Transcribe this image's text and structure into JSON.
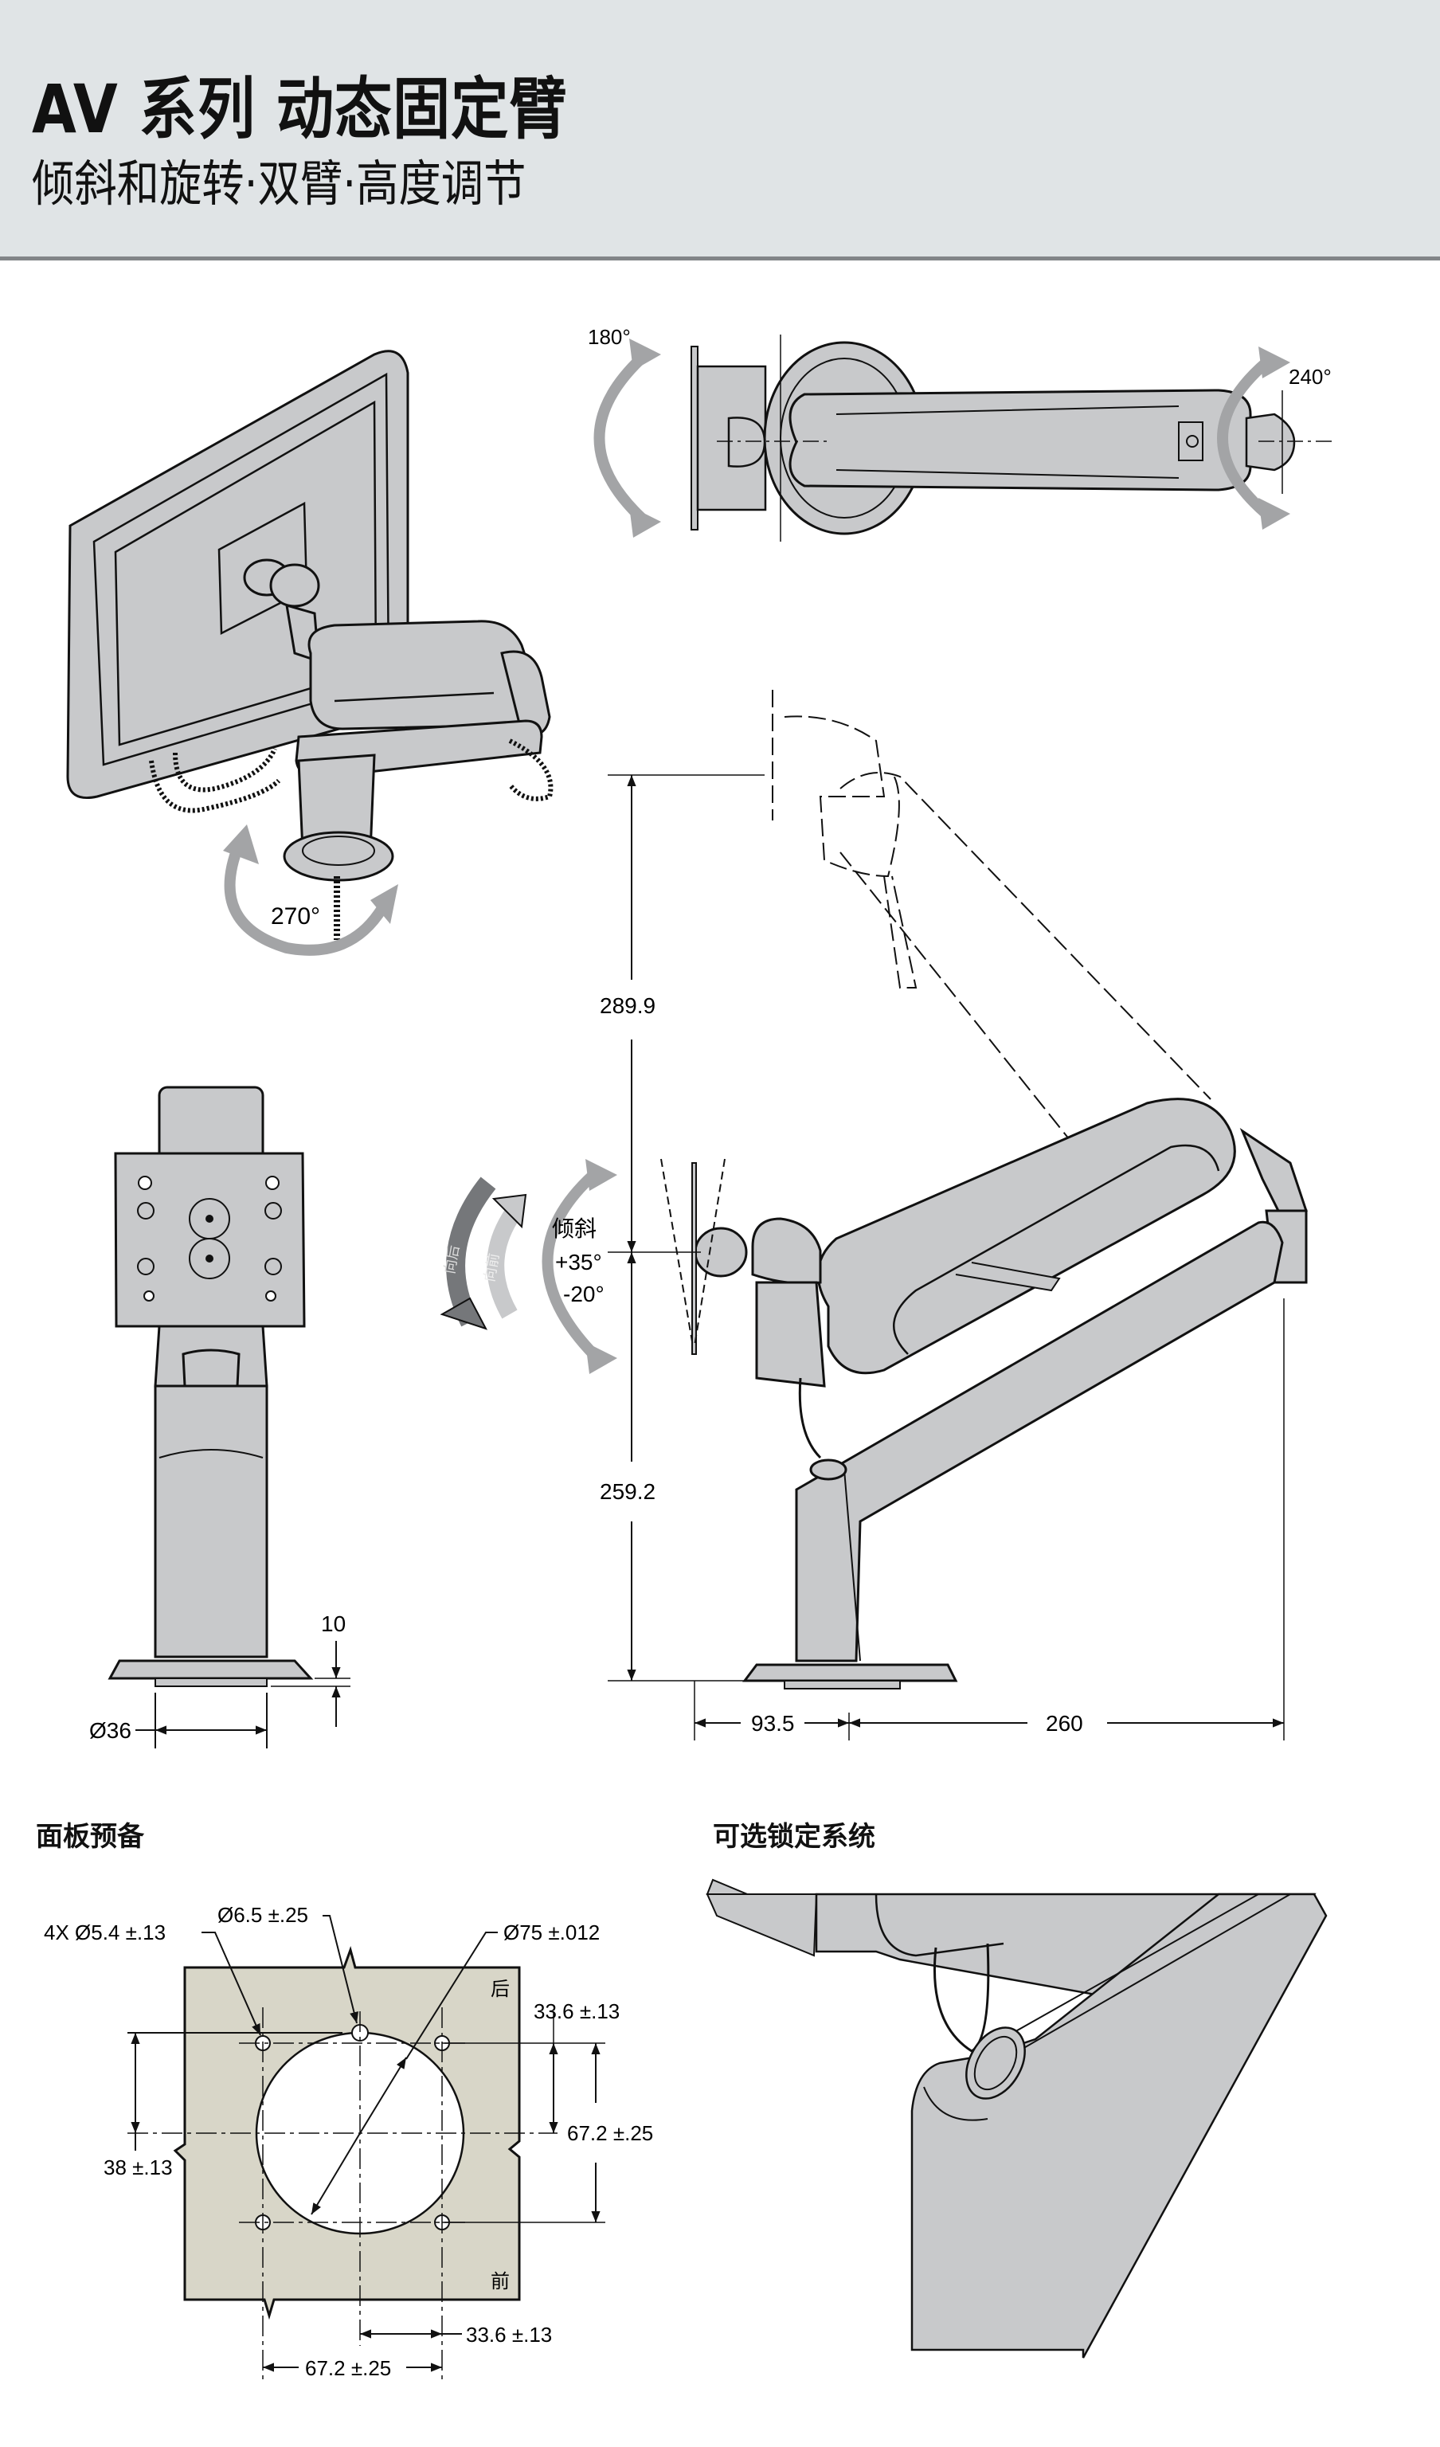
{
  "header": {
    "title": "AV 系列  动态固定臂",
    "subtitle": "倾斜和旋转·双臂·高度调节"
  },
  "colors": {
    "header_bg": "#e0e4e6",
    "header_rule": "#828588",
    "part_fill": "#c8c9cb",
    "arrow_gray": "#a3a4a6",
    "arrow_dark": "#75777a",
    "panel_fill": "#d8d6c8",
    "line": "#111111"
  },
  "top_view": {
    "swivel_monitor": "180°",
    "swivel_arm": "240°"
  },
  "iso_view": {
    "base_rotation": "270°"
  },
  "side_view": {
    "tilt_label": "倾斜",
    "tilt_up": "+35°",
    "tilt_down": "-20°",
    "arrow_back": "向后",
    "arrow_forward": "向前",
    "height_upper": "289.9",
    "height_lower": "259.2",
    "reach_offset": "93.5",
    "reach_arm": "260"
  },
  "front_view": {
    "base_thickness": "10",
    "post_diameter": "Ø36"
  },
  "panel_prep": {
    "title": "面板预备",
    "holes": "4X Ø5.4 ±.13",
    "pin_hole": "Ø6.5 ±.25",
    "cutout": "Ø75 ±.012",
    "right_offset_top": "33.6 ±.13",
    "right_span": "67.2 ±.25",
    "left_offset": "38 ±.13",
    "bottom_offset": "33.6 ±.13",
    "bottom_span": "67.2 ±.25",
    "back_label": "后",
    "front_label": "前"
  },
  "lock_system": {
    "title": "可选锁定系统"
  }
}
